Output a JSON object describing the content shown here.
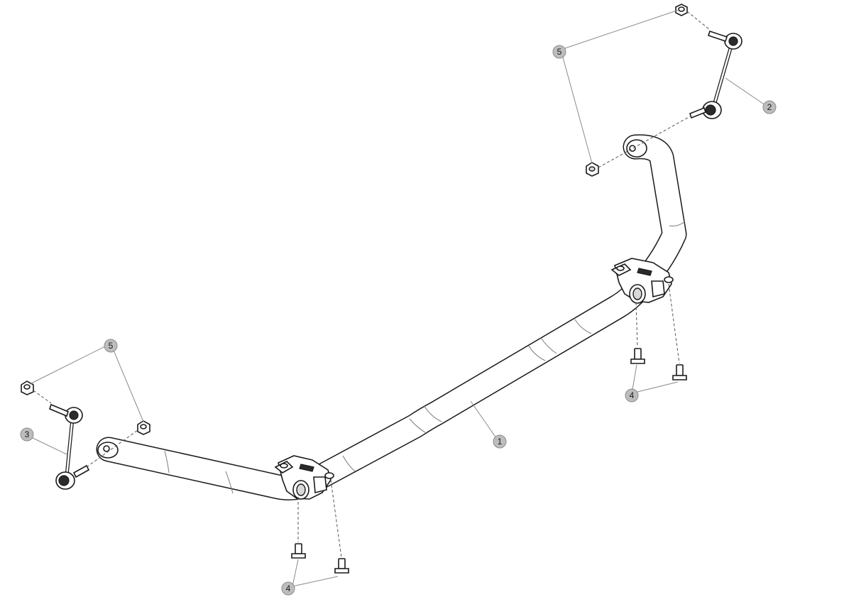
{
  "diagram": {
    "callouts": [
      {
        "id": "c1",
        "label": "1"
      },
      {
        "id": "c2",
        "label": "2"
      },
      {
        "id": "c3",
        "label": "3"
      },
      {
        "id": "c4a",
        "label": "4"
      },
      {
        "id": "c4b",
        "label": "4"
      },
      {
        "id": "c5a",
        "label": "5"
      },
      {
        "id": "c5b",
        "label": "5"
      }
    ],
    "colors": {
      "line": "#1a1a1a",
      "callout_fill": "#bdbdbd",
      "leader": "#8a8a8a"
    }
  }
}
